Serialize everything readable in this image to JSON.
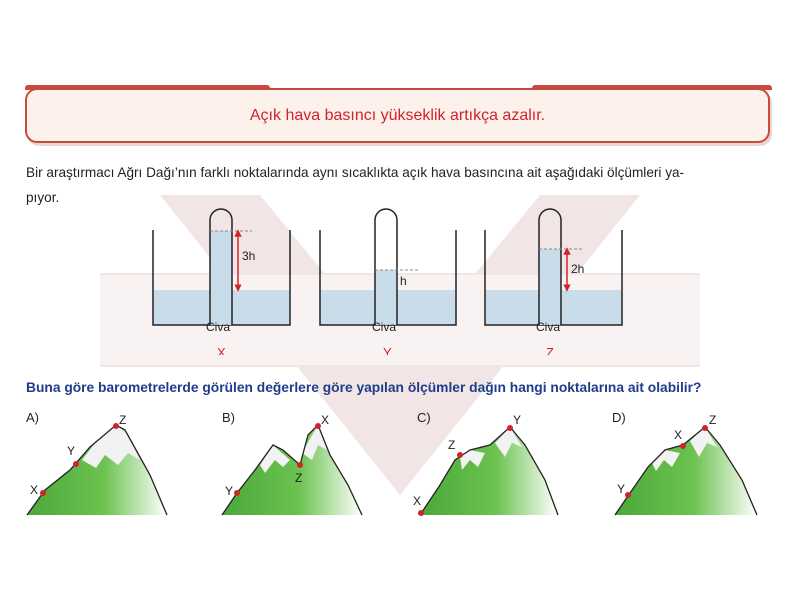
{
  "banner": {
    "title": "Açık hava basıncı yükseklik artıkça azalır."
  },
  "question": {
    "line1": "Bir araştırmacı Ağrı Dağı’nın farklı noktalarında aynı sıcaklıkta açık hava basıncına ait aşağıdaki ölçümleri ya-",
    "line2": "pıyor."
  },
  "barometers": [
    {
      "label": "X",
      "height_label": "3h",
      "liquid": "Civa"
    },
    {
      "label": "Y",
      "height_label": "h",
      "liquid": "Civa"
    },
    {
      "label": "Z",
      "height_label": "2h",
      "liquid": "Civa"
    }
  ],
  "question2": "Buna göre barometrelerde görülen değerlere göre yapılan ölçümler dağın hangi noktalarına ait olabilir?",
  "options": [
    {
      "letter": "A)",
      "points": [
        "X",
        "Y",
        "Z"
      ]
    },
    {
      "letter": "B)",
      "points": [
        "Y",
        "Z",
        "X"
      ]
    },
    {
      "letter": "C)",
      "points": [
        "X",
        "Z",
        "Y"
      ]
    },
    {
      "letter": "D)",
      "points": [
        "Y",
        "X",
        "Z"
      ]
    }
  ],
  "colors": {
    "accent": "#c8493d",
    "title_red": "#d2232a",
    "question_blue": "#1f3c8c",
    "mountain_green": "#5cb848",
    "mercury": "#c9dcea"
  }
}
